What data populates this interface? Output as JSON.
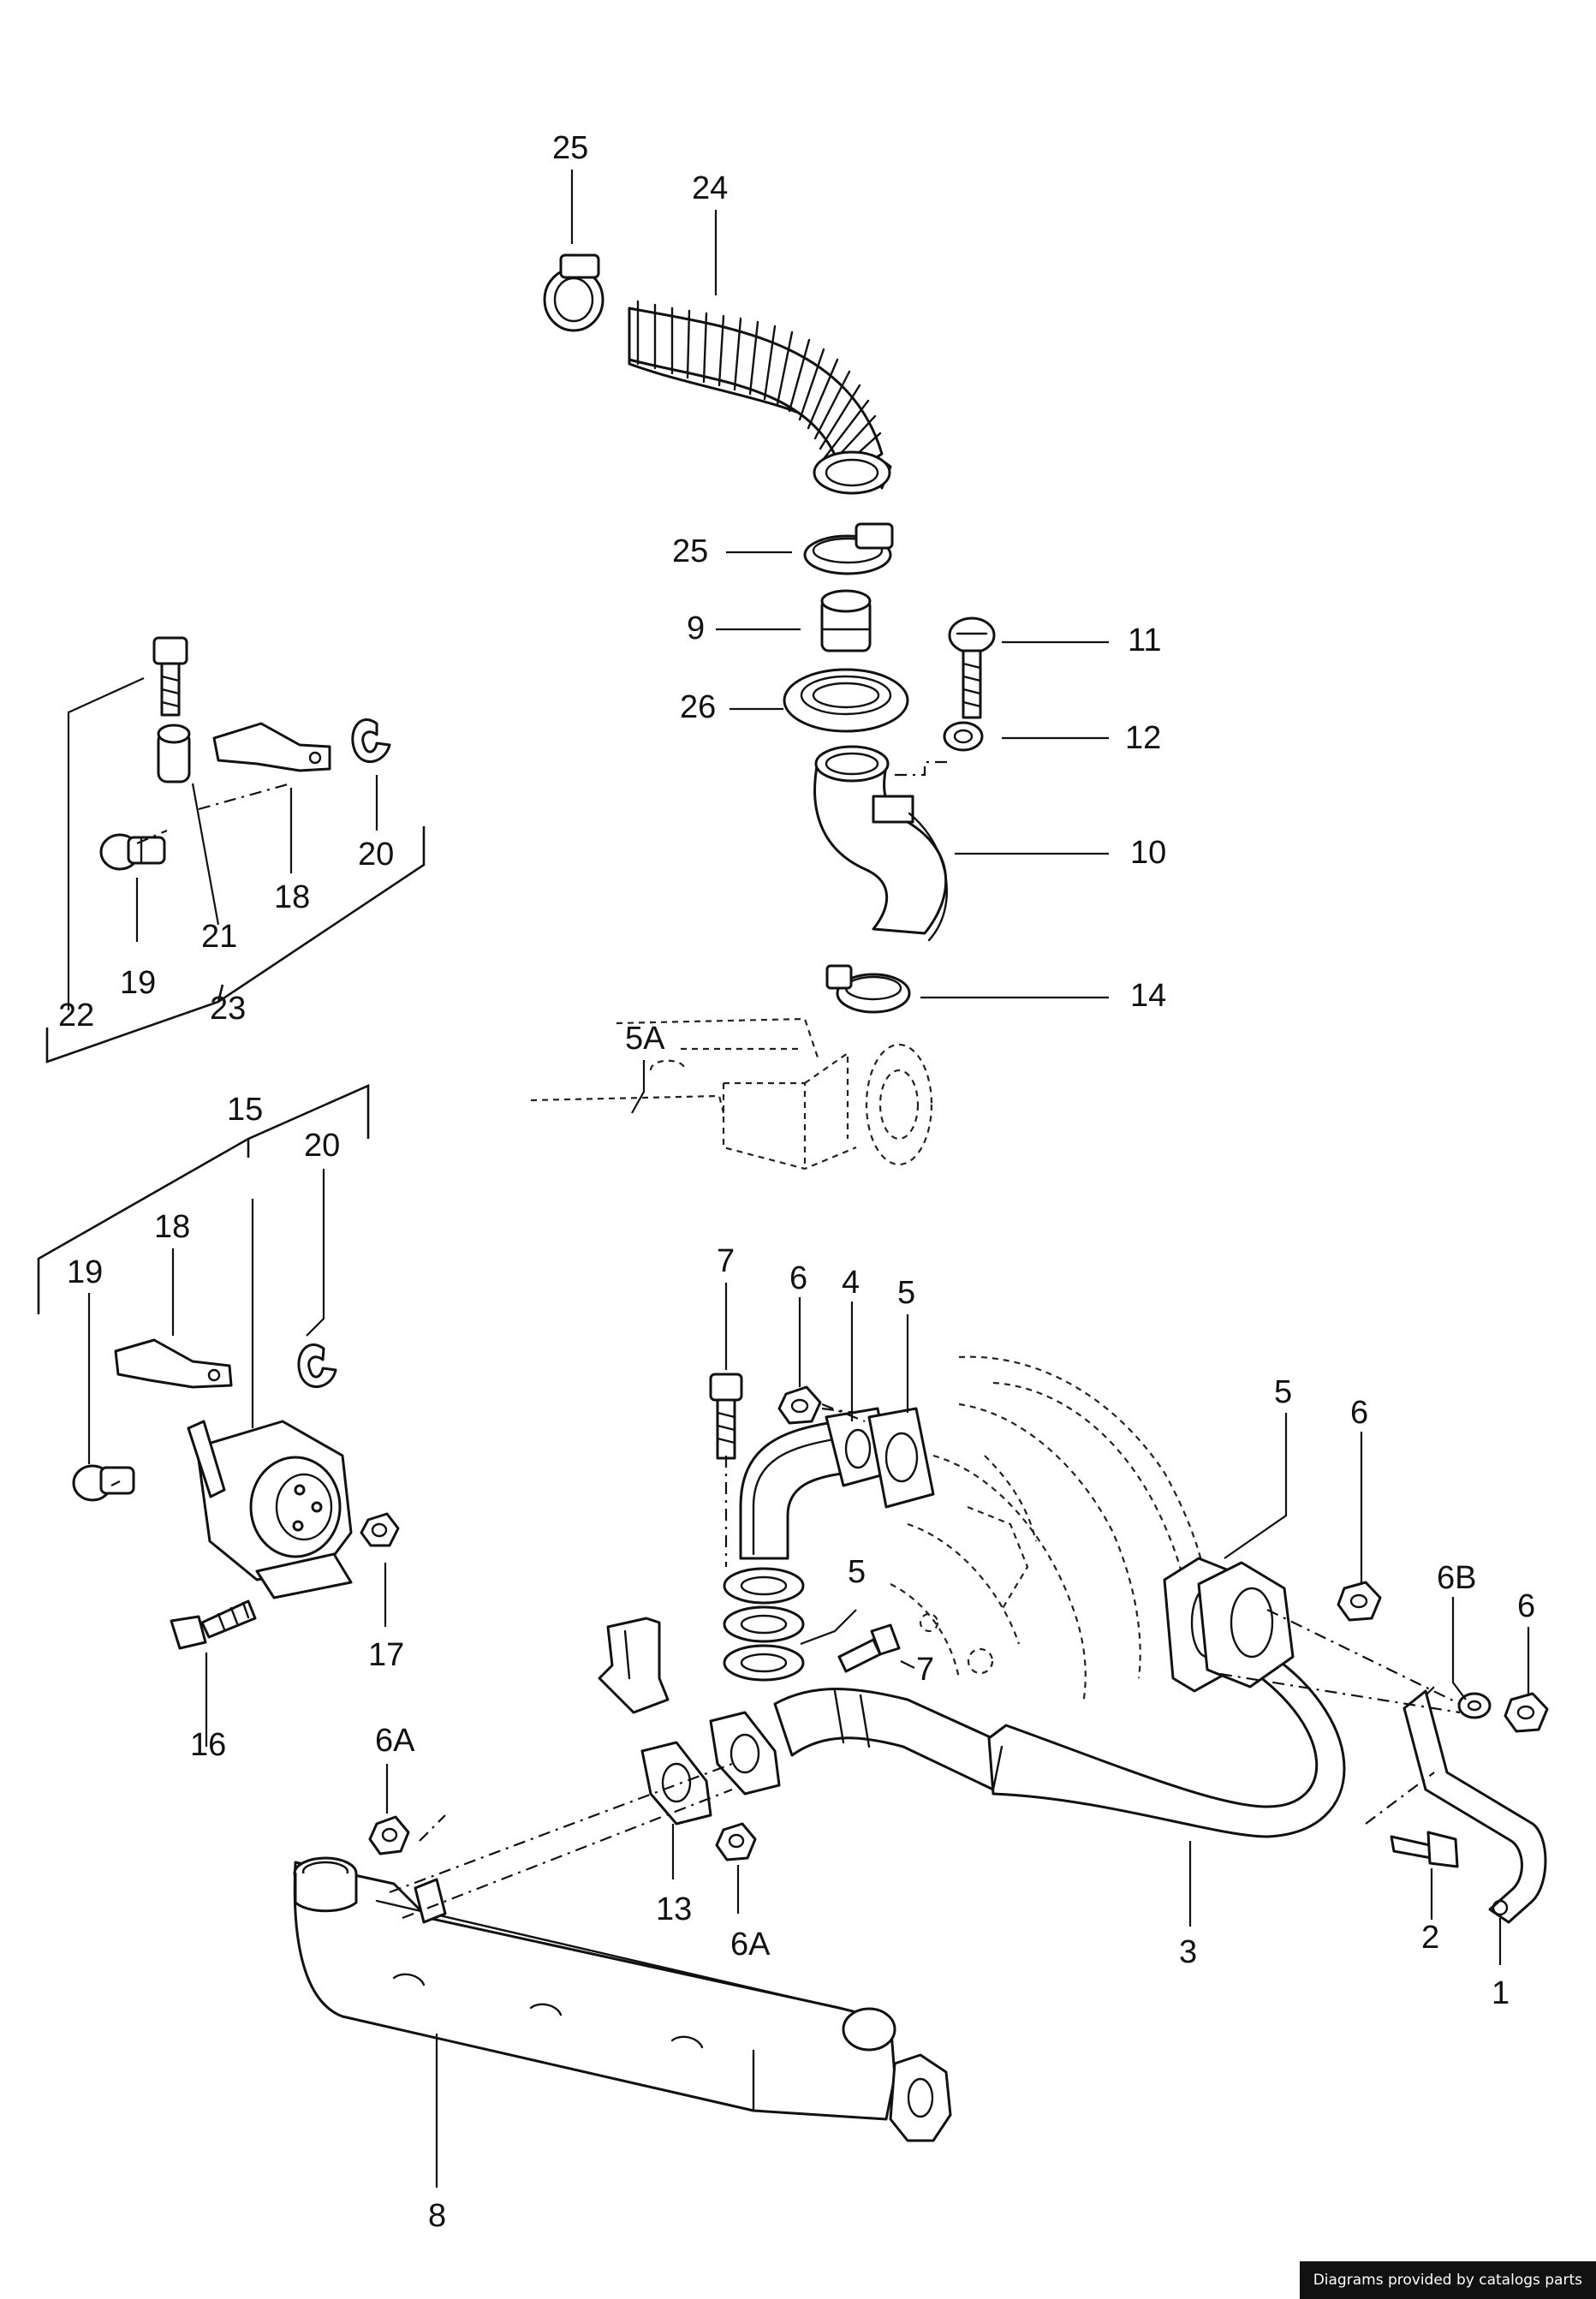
{
  "credit": "Diagrams provided by catalogs parts",
  "callouts": [
    {
      "id": "c25a",
      "text": "25"
    },
    {
      "id": "c24",
      "text": "24"
    },
    {
      "id": "c25b",
      "text": "25"
    },
    {
      "id": "c9",
      "text": "9"
    },
    {
      "id": "c26",
      "text": "26"
    },
    {
      "id": "c11",
      "text": "11"
    },
    {
      "id": "c12",
      "text": "12"
    },
    {
      "id": "c10",
      "text": "10"
    },
    {
      "id": "c14",
      "text": "14"
    },
    {
      "id": "c22",
      "text": "22"
    },
    {
      "id": "c21",
      "text": "21"
    },
    {
      "id": "c18a",
      "text": "18"
    },
    {
      "id": "c20a",
      "text": "20"
    },
    {
      "id": "c19a",
      "text": "19"
    },
    {
      "id": "c23",
      "text": "23"
    },
    {
      "id": "c15",
      "text": "15"
    },
    {
      "id": "c20b",
      "text": "20"
    },
    {
      "id": "c18b",
      "text": "18"
    },
    {
      "id": "c19b",
      "text": "19"
    },
    {
      "id": "c17",
      "text": "17"
    },
    {
      "id": "c16",
      "text": "16"
    },
    {
      "id": "c7a",
      "text": "7"
    },
    {
      "id": "c6a",
      "text": "6"
    },
    {
      "id": "c4",
      "text": "4"
    },
    {
      "id": "c5a",
      "text": "5"
    },
    {
      "id": "c5A",
      "text": "5A"
    },
    {
      "id": "c5b",
      "text": "5"
    },
    {
      "id": "c7b",
      "text": "7"
    },
    {
      "id": "c5c",
      "text": "5"
    },
    {
      "id": "c6b",
      "text": "6"
    },
    {
      "id": "c6B",
      "text": "6B"
    },
    {
      "id": "c6c",
      "text": "6"
    },
    {
      "id": "c6Aa",
      "text": "6A"
    },
    {
      "id": "c13",
      "text": "13"
    },
    {
      "id": "c6Ab",
      "text": "6A"
    },
    {
      "id": "c3",
      "text": "3"
    },
    {
      "id": "c2",
      "text": "2"
    },
    {
      "id": "c1",
      "text": "1"
    },
    {
      "id": "c8",
      "text": "8"
    }
  ]
}
